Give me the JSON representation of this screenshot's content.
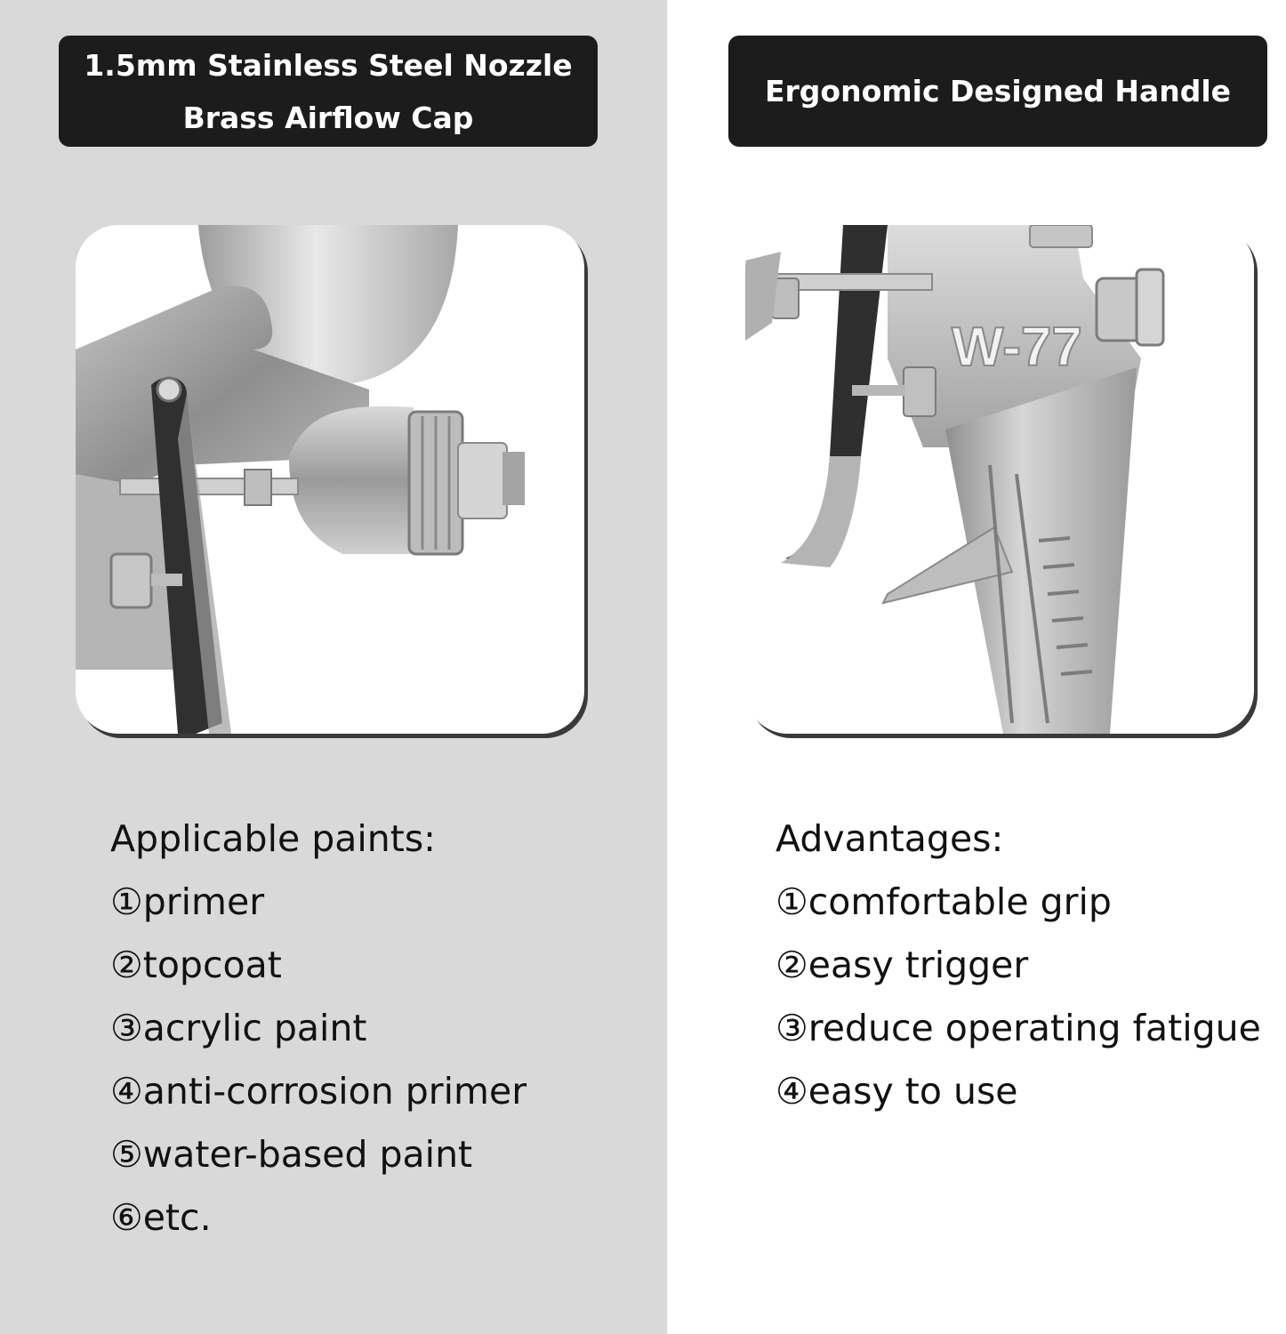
{
  "left_panel": {
    "header_line1": "1.5mm Stainless Steel Nozzle",
    "header_line2": "Brass Airflow Cap",
    "list_title": "Applicable paints:",
    "items": [
      "①primer",
      "②topcoat",
      "③acrylic paint",
      "④anti-corrosion primer",
      "⑤water-based paint",
      "⑥etc."
    ],
    "bg_color": "#d9d9d9"
  },
  "right_panel": {
    "header_line1": "Ergonomic Designed Handle",
    "gun_model": "W-77",
    "list_title": "Advantages:",
    "items": [
      "①comfortable grip",
      "②easy trigger",
      "③reduce operating fatigue",
      "④easy to use"
    ],
    "bg_color": "#ffffff"
  },
  "colors": {
    "header_bg": "#1c1c1c",
    "header_text": "#ffffff",
    "body_text": "#111111"
  }
}
